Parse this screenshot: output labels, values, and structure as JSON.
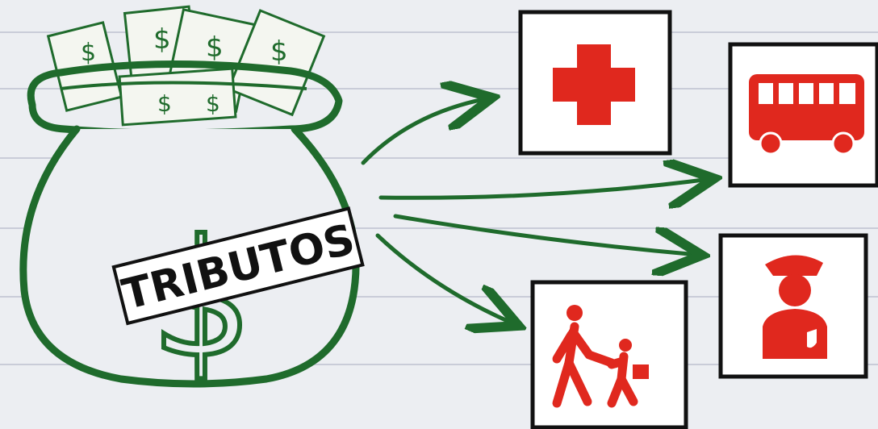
{
  "bag": {
    "label": "TRIBUTOS",
    "icon": "money-bag-icon"
  },
  "destinations": [
    {
      "name": "health",
      "icon": "red-cross-icon"
    },
    {
      "name": "transport",
      "icon": "bus-icon"
    },
    {
      "name": "education",
      "icon": "adult-child-walking-icon"
    },
    {
      "name": "security",
      "icon": "police-officer-icon"
    }
  ],
  "colors": {
    "paper": "#eceef2",
    "paper_lines": "#c9ccd8",
    "ink": "#111111",
    "bag_green": "#1f6b2c",
    "icon_red": "#e0281e"
  }
}
